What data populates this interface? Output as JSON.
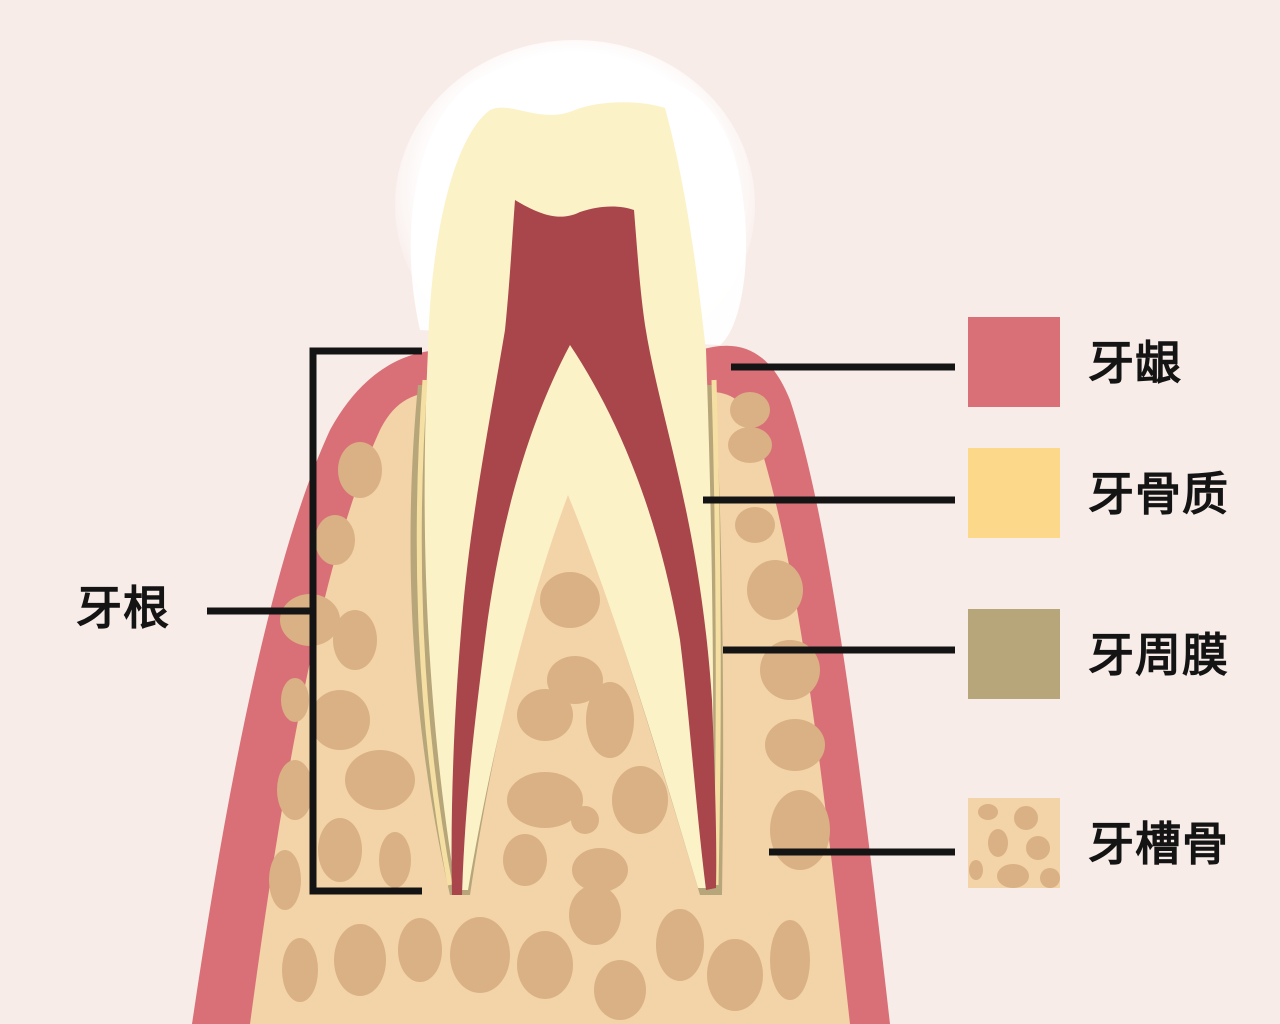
{
  "diagram": {
    "subject": "Tooth cross-section anatomy",
    "root_label": "牙根",
    "legend": [
      {
        "id": "gingiva",
        "label": "牙龈",
        "color": "#d97077",
        "pattern": "solid"
      },
      {
        "id": "cementum",
        "label": "牙骨质",
        "color": "#fcd98a",
        "pattern": "solid"
      },
      {
        "id": "periodontal-ligament",
        "label": "牙周膜",
        "color": "#b7a67a",
        "pattern": "solid"
      },
      {
        "id": "alveolar-bone",
        "label": "牙槽骨",
        "color": "#f3d3a8",
        "spot_color": "#d9b184",
        "pattern": "spotted"
      }
    ],
    "colors": {
      "background": "#f8ece8",
      "enamel": "#fffdf8",
      "dentin": "#fcf2c8",
      "pulp": "#a8464c",
      "leader_line": "#141414"
    }
  }
}
